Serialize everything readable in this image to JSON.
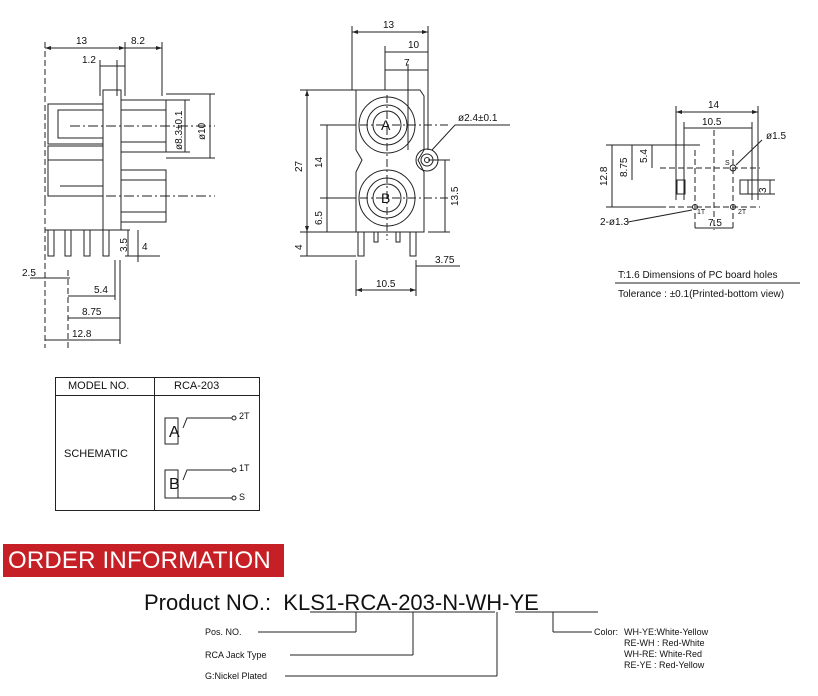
{
  "side_view": {
    "dims_top": [
      "13",
      "8.2",
      "1.2"
    ],
    "dims_right": [
      "ø8.3±0.1",
      "ø10"
    ],
    "dims_bottom": [
      "3.5",
      "4",
      "2.5",
      "5.4",
      "8.75",
      "12.8"
    ]
  },
  "front_view": {
    "dims_top": [
      "13",
      "10",
      "7"
    ],
    "dims_left": [
      "27",
      "14",
      "6.5",
      "4"
    ],
    "dims_right": [
      "ø2.4±0.1",
      "13.5",
      "3.75"
    ],
    "dims_bottom": [
      "10.5"
    ],
    "jack_labels": [
      "A",
      "B"
    ]
  },
  "pcb_view": {
    "dims": [
      "14",
      "10.5",
      "ø1.5",
      "12.8",
      "8.75",
      "5.4",
      "3",
      "2-ø1.3",
      "7.5"
    ],
    "pin_labels": [
      "S",
      "1T",
      "2T"
    ],
    "caption": "T:1.6 Dimensions of PC board holes",
    "tolerance": "Tolerance : ±0.1(Printed-bottom view)"
  },
  "schematic_table": {
    "model_label": "MODEL NO.",
    "model_value": "RCA-203",
    "schematic_label": "SCHEMATIC",
    "block_a": "A",
    "block_b": "B",
    "pin_2t": "2T",
    "pin_1t": "1T",
    "pin_s": "S"
  },
  "order_info": {
    "header": "ORDER INFORMATION",
    "product_prefix": "Product NO.:",
    "code_parts": [
      "KLS1-RCA-203",
      "-",
      "N",
      "-",
      "WH-YE"
    ],
    "legend": {
      "pos_no": "Pos. NO.",
      "jack_type": "RCA Jack Type",
      "nickel": "G:Nickel Plated",
      "color_title": "Color:",
      "colors": [
        "WH-YE:White-Yellow",
        "RE-WH : Red-White",
        "WH-RE: White-Red",
        "RE-YE : Red-Yellow"
      ]
    }
  },
  "colors": {
    "header_bg": "#c62026",
    "header_text": "#ffffff",
    "line": "#222222"
  }
}
